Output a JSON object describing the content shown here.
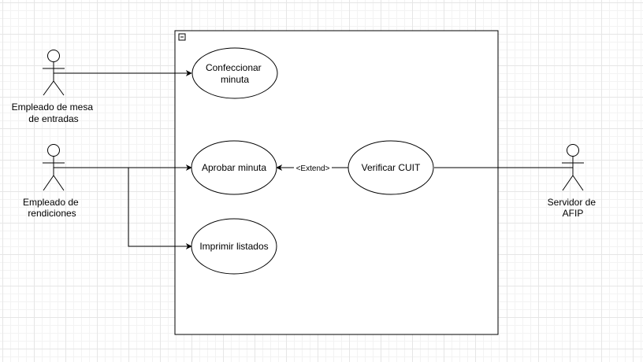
{
  "diagram": {
    "actors": [
      {
        "id": "empleado-mesa",
        "label_lines": [
          "Empleado de mesa",
          "de entradas"
        ]
      },
      {
        "id": "empleado-rendiciones",
        "label_lines": [
          "Empleado de",
          "rendiciones"
        ]
      },
      {
        "id": "servidor-afip",
        "label_lines": [
          "Servidor de",
          "AFIP"
        ]
      }
    ],
    "use_cases": [
      {
        "id": "confeccionar",
        "label_lines": [
          "Confeccionar",
          "minuta"
        ]
      },
      {
        "id": "aprobar",
        "label_lines": [
          "Aprobar minuta"
        ]
      },
      {
        "id": "verificar",
        "label_lines": [
          "Verificar CUIT"
        ]
      },
      {
        "id": "imprimir",
        "label_lines": [
          "Imprimir listados"
        ]
      }
    ],
    "relationships": [
      {
        "from": "empleado-mesa",
        "to": "confeccionar",
        "type": "association"
      },
      {
        "from": "empleado-rendiciones",
        "to": "aprobar",
        "type": "association"
      },
      {
        "from": "empleado-rendiciones",
        "to": "imprimir",
        "type": "association"
      },
      {
        "from": "servidor-afip",
        "to": "verificar",
        "type": "association"
      },
      {
        "from": "verificar",
        "to": "aprobar",
        "type": "extend",
        "label": "<Extend>"
      }
    ],
    "system_boundary": {
      "collapse_glyph": "−"
    }
  }
}
